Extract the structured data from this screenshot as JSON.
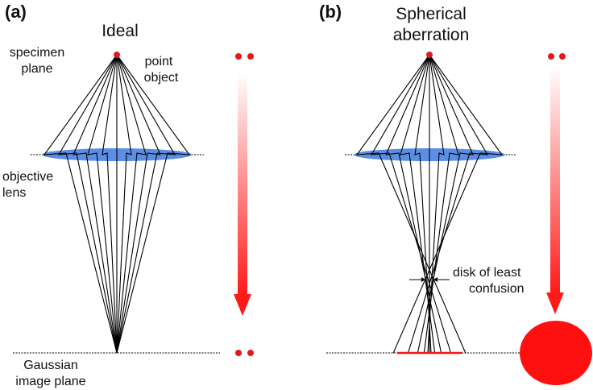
{
  "panels": [
    {
      "label": "(a)",
      "title": "Ideal",
      "specimen_label": [
        "specimen",
        "plane"
      ],
      "point_label": [
        "point",
        "object"
      ],
      "lens_label": [
        "objective",
        "lens"
      ],
      "image_plane_label": [
        "Gaussian",
        "image plane"
      ],
      "aberration": "none"
    },
    {
      "label": "(b)",
      "title": [
        "Spherical",
        "aberration"
      ],
      "disk_label": [
        "disk of least",
        "confusion"
      ],
      "aberration": "spherical"
    }
  ],
  "colors": {
    "point": "#e0191c",
    "lens": "#5b8fe6",
    "ray": "#000000",
    "arrow": "#ff1a1a",
    "blur": "#ff1010",
    "plane": "#000000"
  }
}
